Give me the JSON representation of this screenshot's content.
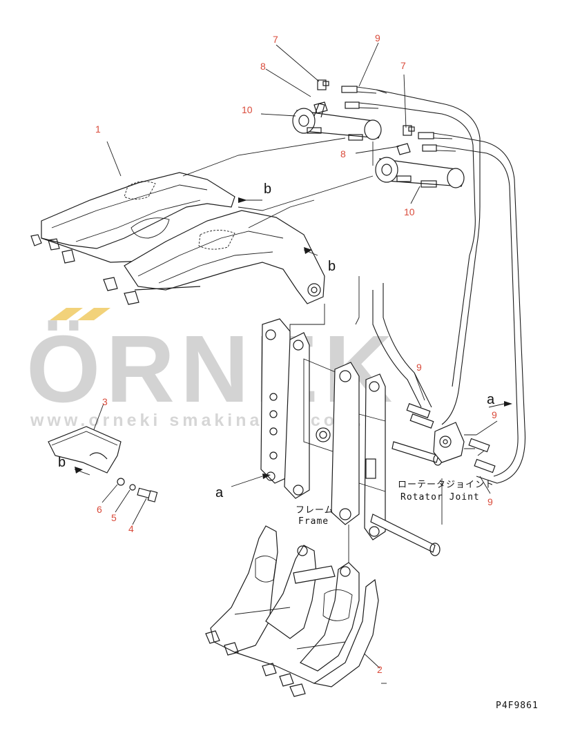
{
  "watermark": {
    "brand": "ÖRNEK",
    "url": "www.orneki smakinaları.com.tr",
    "accent_color": "#f2d27a"
  },
  "callouts": {
    "c1": "1",
    "c2": "2",
    "c3": "3",
    "c4": "4",
    "c5": "5",
    "c6": "6",
    "c7a": "7",
    "c7b": "7",
    "c8a": "8",
    "c8b": "8",
    "c9a": "9",
    "c9b": "9",
    "c9c": "9",
    "c9d": "9",
    "c10a": "10",
    "c10b": "10"
  },
  "view_labels": {
    "b1": "b",
    "b2": "b",
    "b3": "b",
    "a1": "a",
    "a2": "a"
  },
  "labels": {
    "frame_jp": "フレーム",
    "frame_en": "Frame",
    "rotator_jp": "ローテータジョイント",
    "rotator_en": "Rotator Joint"
  },
  "drawing_code": "P4F9861",
  "colors": {
    "callout": "#d94a3a",
    "line": "#1a1a1a",
    "watermark": "#d3d3d3"
  }
}
